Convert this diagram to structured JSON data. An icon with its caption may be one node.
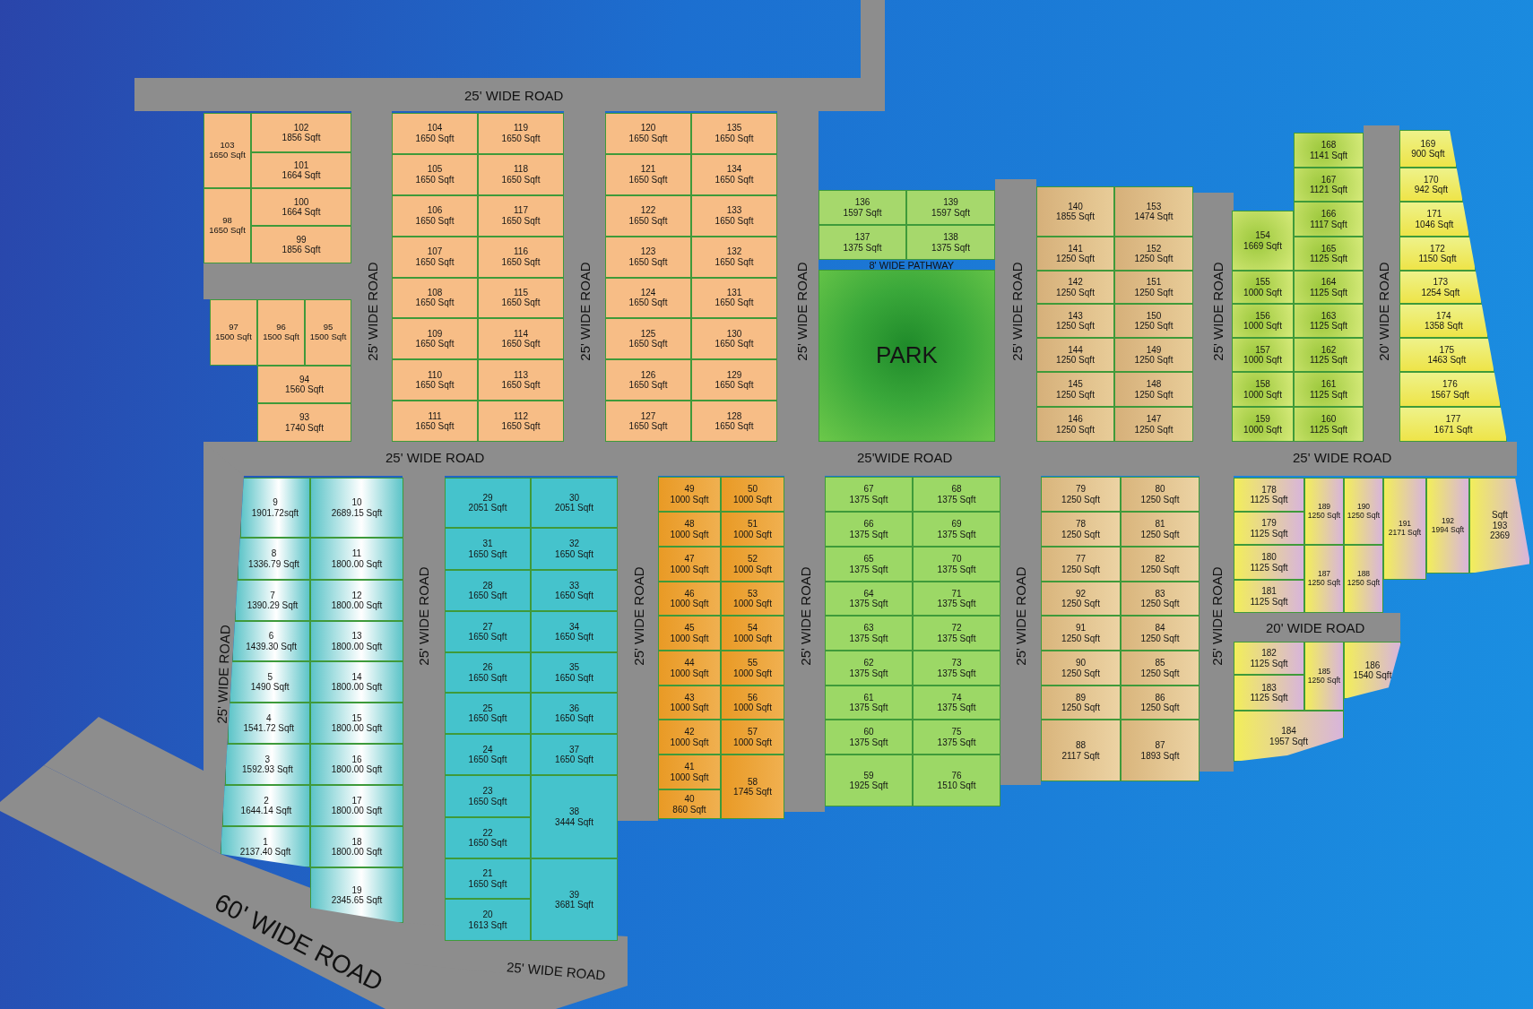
{
  "diagram": {
    "nodes": [
      {
        "text": [
          "103",
          "1650  Sqft"
        ]
      },
      {
        "text": [
          "102",
          "1856 Sqft"
        ]
      },
      {
        "text": [
          "101",
          "1664 Sqft"
        ]
      },
      {
        "text": [
          "98",
          "1650 Sqft"
        ]
      },
      {
        "text": [
          "100",
          "1664 Sqft"
        ]
      },
      {
        "text": [
          "99",
          "1856 Sqft"
        ]
      },
      {
        "text": [
          "97",
          "1500 Sqft"
        ]
      },
      {
        "text": [
          "96",
          "1500 Sqft"
        ]
      },
      {
        "text": [
          "95",
          "1500 Sqft"
        ]
      },
      {
        "text": [
          "94",
          "1560 Sqft"
        ]
      },
      {
        "text": [
          "93",
          "1740 Sqft"
        ]
      },
      {
        "text": [
          "104",
          "1650 Sqft"
        ]
      },
      {
        "text": [
          "119",
          "1650 Sqft"
        ]
      },
      {
        "text": [
          "105",
          "1650 Sqft"
        ]
      },
      {
        "text": [
          "118",
          "1650 Sqft"
        ]
      },
      {
        "text": [
          "106",
          "1650 Sqft"
        ]
      },
      {
        "text": [
          "117",
          "1650 Sqft"
        ]
      },
      {
        "text": [
          "107",
          "1650 Sqft"
        ]
      },
      {
        "text": [
          "116",
          "1650 Sqft"
        ]
      },
      {
        "text": [
          "108",
          "1650 Sqft"
        ]
      },
      {
        "text": [
          "115",
          "1650 Sqft"
        ]
      },
      {
        "text": [
          "109",
          "1650 Sqft"
        ]
      },
      {
        "text": [
          "114",
          "1650 Sqft"
        ]
      },
      {
        "text": [
          "110",
          "1650 Sqft"
        ]
      },
      {
        "text": [
          "113",
          "1650 Sqft"
        ]
      },
      {
        "text": [
          "111",
          "1650 Sqft"
        ]
      },
      {
        "text": [
          "112",
          "1650 Sqft"
        ]
      },
      {
        "text": [
          "120",
          "1650 Sqft"
        ]
      },
      {
        "text": [
          "135",
          "1650 Sqft"
        ]
      },
      {
        "text": [
          "121",
          "1650 Sqft"
        ]
      },
      {
        "text": [
          "134",
          "1650 Sqft"
        ]
      },
      {
        "text": [
          "122",
          "1650 Sqft"
        ]
      },
      {
        "text": [
          "133",
          "1650 Sqft"
        ]
      },
      {
        "text": [
          "123",
          "1650 Sqft"
        ]
      },
      {
        "text": [
          "132",
          "1650 Sqft"
        ]
      },
      {
        "text": [
          "124",
          "1650 Sqft"
        ]
      },
      {
        "text": [
          "131",
          "1650 Sqft"
        ]
      },
      {
        "text": [
          "125",
          "1650 Sqft"
        ]
      },
      {
        "text": [
          "130",
          "1650 Sqft"
        ]
      },
      {
        "text": [
          "126",
          "1650 Sqft"
        ]
      },
      {
        "text": [
          "129",
          "1650 Sqft"
        ]
      },
      {
        "text": [
          "127",
          "1650 Sqft"
        ]
      },
      {
        "text": [
          "128",
          "1650 Sqft"
        ]
      },
      {
        "text": [
          "136",
          "1597 Sqft"
        ]
      },
      {
        "text": [
          "139",
          "1597 Sqft"
        ]
      },
      {
        "text": [
          "137",
          "1375 Sqft"
        ]
      },
      {
        "text": [
          "138",
          "1375 Sqft"
        ]
      },
      {
        "text": [
          "PARK"
        ]
      },
      {
        "text": [
          "140",
          "1855 Sqft"
        ]
      },
      {
        "text": [
          "153",
          "1474 Sqft"
        ]
      },
      {
        "text": [
          "141",
          "1250 Sqft"
        ]
      },
      {
        "text": [
          "152",
          "1250 Sqft"
        ]
      },
      {
        "text": [
          "142",
          "1250 Sqft"
        ]
      },
      {
        "text": [
          "151",
          "1250 Sqft"
        ]
      },
      {
        "text": [
          "143",
          "1250 Sqft"
        ]
      },
      {
        "text": [
          "150",
          "1250 Sqft"
        ]
      },
      {
        "text": [
          "144",
          "1250 Sqft"
        ]
      },
      {
        "text": [
          "149",
          "1250 Sqft"
        ]
      },
      {
        "text": [
          "145",
          "1250 Sqft"
        ]
      },
      {
        "text": [
          "148",
          "1250 Sqft"
        ]
      },
      {
        "text": [
          "146",
          "1250 Sqft"
        ]
      },
      {
        "text": [
          "147",
          "1250 Sqft"
        ]
      },
      {
        "text": [
          "168",
          "1141 Sqft"
        ]
      },
      {
        "text": [
          "167",
          "1121 Sqft"
        ]
      },
      {
        "text": [
          "166",
          "1117 Sqft"
        ]
      },
      {
        "text": [
          "154",
          "1669 Sqft"
        ]
      },
      {
        "text": [
          "165",
          "1125 Sqft"
        ]
      },
      {
        "text": [
          "155",
          "1000 Sqft"
        ]
      },
      {
        "text": [
          "164",
          "1125 Sqft"
        ]
      },
      {
        "text": [
          "156",
          "1000 Sqft"
        ]
      },
      {
        "text": [
          "163",
          "1125 Sqft"
        ]
      },
      {
        "text": [
          "157",
          "1000 Sqft"
        ]
      },
      {
        "text": [
          "162",
          "1125 Sqft"
        ]
      },
      {
        "text": [
          "158",
          "1000 Sqft"
        ]
      },
      {
        "text": [
          "161",
          "1125 Sqft"
        ]
      },
      {
        "text": [
          "159",
          "1000 Sqft"
        ]
      },
      {
        "text": [
          "160",
          "1125 Sqft"
        ]
      },
      {
        "text": [
          "169",
          "900 Sqft"
        ]
      },
      {
        "text": [
          "170",
          "942 Sqft"
        ]
      },
      {
        "text": [
          "171",
          "1046 Sqft"
        ]
      },
      {
        "text": [
          "172",
          "1150 Sqft"
        ]
      },
      {
        "text": [
          "173",
          "1254 Sqft"
        ]
      },
      {
        "text": [
          "174",
          "1358 Sqft"
        ]
      },
      {
        "text": [
          "175",
          "1463 Sqft"
        ]
      },
      {
        "text": [
          "176",
          "1567 Sqft"
        ]
      },
      {
        "text": [
          "177",
          "1671 Sqft"
        ]
      },
      {
        "text": [
          "9",
          "1901.72sqft"
        ]
      },
      {
        "text": [
          "10",
          "2689.15 Sqft"
        ]
      },
      {
        "text": [
          "8",
          "1336.79 Sqft"
        ]
      },
      {
        "text": [
          "11",
          "1800.00 Sqft"
        ]
      },
      {
        "text": [
          "7",
          "1390.29 Sqft"
        ]
      },
      {
        "text": [
          "12",
          "1800.00 Sqft"
        ]
      },
      {
        "text": [
          "6",
          "1439.30 Sqft"
        ]
      },
      {
        "text": [
          "13",
          "1800.00 Sqft"
        ]
      },
      {
        "text": [
          "5",
          "1490 Sqft"
        ]
      },
      {
        "text": [
          "14",
          "1800.00 Sqft"
        ]
      },
      {
        "text": [
          "4",
          "1541.72 Sqft"
        ]
      },
      {
        "text": [
          "15",
          "1800.00 Sqft"
        ]
      },
      {
        "text": [
          "3",
          "1592.93 Sqft"
        ]
      },
      {
        "text": [
          "16",
          "1800.00 Sqft"
        ]
      },
      {
        "text": [
          "2",
          "1644.14 Sqft"
        ]
      },
      {
        "text": [
          "17",
          "1800.00 Sqft"
        ]
      },
      {
        "text": [
          "1",
          "2137.40 Sqft"
        ]
      },
      {
        "text": [
          "18",
          "1800.00 Sqft"
        ]
      },
      {
        "text": [
          "19",
          "2345.65 Sqft"
        ]
      },
      {
        "text": [
          "29",
          "2051 Sqft"
        ]
      },
      {
        "text": [
          "30",
          "2051 Sqft"
        ]
      },
      {
        "text": [
          "31",
          "1650 Sqft"
        ]
      },
      {
        "text": [
          "32",
          "1650 Sqft"
        ]
      },
      {
        "text": [
          "28",
          "1650 Sqft"
        ]
      },
      {
        "text": [
          "33",
          "1650 Sqft"
        ]
      },
      {
        "text": [
          "27",
          "1650 Sqft"
        ]
      },
      {
        "text": [
          "34",
          "1650 Sqft"
        ]
      },
      {
        "text": [
          "26",
          "1650 Sqft"
        ]
      },
      {
        "text": [
          "35",
          "1650 Sqft"
        ]
      },
      {
        "text": [
          "25",
          "1650 Sqft"
        ]
      },
      {
        "text": [
          "36",
          "1650 Sqft"
        ]
      },
      {
        "text": [
          "24",
          "1650 Sqft"
        ]
      },
      {
        "text": [
          "37",
          "1650 Sqft"
        ]
      },
      {
        "text": [
          "23",
          "1650 Sqft"
        ]
      },
      {
        "text": [
          "38",
          "3444 Sqft"
        ]
      },
      {
        "text": [
          "22",
          "1650 Sqft"
        ]
      },
      {
        "text": [
          "21",
          "1650 Sqft"
        ]
      },
      {
        "text": [
          "39",
          "3681 Sqft"
        ]
      },
      {
        "text": [
          "20",
          "1613 Sqft"
        ]
      },
      {
        "text": [
          "49",
          "1000 Sqft"
        ]
      },
      {
        "text": [
          "50",
          "1000 Sqft"
        ]
      },
      {
        "text": [
          "48",
          "1000 Sqft"
        ]
      },
      {
        "text": [
          "51",
          "1000 Sqft"
        ]
      },
      {
        "text": [
          "47",
          "1000 Sqft"
        ]
      },
      {
        "text": [
          "52",
          "1000 Sqft"
        ]
      },
      {
        "text": [
          "46",
          "1000 Sqft"
        ]
      },
      {
        "text": [
          "53",
          "1000 Sqft"
        ]
      },
      {
        "text": [
          "45",
          "1000 Sqft"
        ]
      },
      {
        "text": [
          "54",
          "1000 Sqft"
        ]
      },
      {
        "text": [
          "44",
          "1000 Sqft"
        ]
      },
      {
        "text": [
          "55",
          "1000 Sqft"
        ]
      },
      {
        "text": [
          "43",
          "1000 Sqft"
        ]
      },
      {
        "text": [
          "56",
          "1000 Sqft"
        ]
      },
      {
        "text": [
          "42",
          "1000 Sqft"
        ]
      },
      {
        "text": [
          "57",
          "1000 Sqft"
        ]
      },
      {
        "text": [
          "41",
          "1000 Sqft"
        ]
      },
      {
        "text": [
          "58",
          "1745 Sqft"
        ]
      },
      {
        "text": [
          "40",
          "860 Sqft"
        ]
      },
      {
        "text": [
          "67",
          "1375 Sqft"
        ]
      },
      {
        "text": [
          "68",
          "1375 Sqft"
        ]
      },
      {
        "text": [
          "66",
          "1375 Sqft"
        ]
      },
      {
        "text": [
          "69",
          "1375 Sqft"
        ]
      },
      {
        "text": [
          "65",
          "1375 Sqft"
        ]
      },
      {
        "text": [
          "70",
          "1375 Sqft"
        ]
      },
      {
        "text": [
          "64",
          "1375 Sqft"
        ]
      },
      {
        "text": [
          "71",
          "1375 Sqft"
        ]
      },
      {
        "text": [
          "63",
          "1375 Sqft"
        ]
      },
      {
        "text": [
          "72",
          "1375 Sqft"
        ]
      },
      {
        "text": [
          "62",
          "1375 Sqft"
        ]
      },
      {
        "text": [
          "73",
          "1375 Sqft"
        ]
      },
      {
        "text": [
          "61",
          "1375 Sqft"
        ]
      },
      {
        "text": [
          "74",
          "1375 Sqft"
        ]
      },
      {
        "text": [
          "60",
          "1375 Sqft"
        ]
      },
      {
        "text": [
          "75",
          "1375 Sqft"
        ]
      },
      {
        "text": [
          "59",
          "1925 Sqft"
        ]
      },
      {
        "text": [
          "76",
          "1510 Sqft"
        ]
      },
      {
        "text": [
          "79",
          "1250 Sqft"
        ]
      },
      {
        "text": [
          "80",
          "1250 Sqft"
        ]
      },
      {
        "text": [
          "78",
          "1250 Sqft"
        ]
      },
      {
        "text": [
          "81",
          "1250 Sqft"
        ]
      },
      {
        "text": [
          "77",
          "1250 Sqft"
        ]
      },
      {
        "text": [
          "82",
          "1250 Sqft"
        ]
      },
      {
        "text": [
          "92",
          "1250 Sqft"
        ]
      },
      {
        "text": [
          "83",
          "1250 Sqft"
        ]
      },
      {
        "text": [
          "91",
          "1250 Sqft"
        ]
      },
      {
        "text": [
          "84",
          "1250 Sqft"
        ]
      },
      {
        "text": [
          "90",
          "1250 Sqft"
        ]
      },
      {
        "text": [
          "85",
          "1250 Sqft"
        ]
      },
      {
        "text": [
          "89",
          "1250 Sqft"
        ]
      },
      {
        "text": [
          "86",
          "1250 Sqft"
        ]
      },
      {
        "text": [
          "88",
          "2117 Sqft"
        ]
      },
      {
        "text": [
          "87",
          "1893 Sqft"
        ]
      },
      {
        "text": [
          "178",
          "1125 Sqft"
        ]
      },
      {
        "text": [
          "189",
          "1250 Sqft"
        ]
      },
      {
        "text": [
          "190",
          "1250 Sqft"
        ]
      },
      {
        "text": [
          "191",
          "2171 Sqft"
        ]
      },
      {
        "text": [
          "192",
          "1994 Sqft"
        ]
      },
      {
        "text": [
          "Sqft",
          "193",
          "2369"
        ]
      },
      {
        "text": [
          "179",
          "1125 Sqft"
        ]
      },
      {
        "text": [
          "180",
          "1125 Sqft"
        ]
      },
      {
        "text": [
          "187",
          "1250 Sqft"
        ]
      },
      {
        "text": [
          "188",
          "1250 Sqft"
        ]
      },
      {
        "text": [
          "181",
          "1125 Sqft"
        ]
      },
      {
        "text": [
          "182",
          "1125 Sqft"
        ]
      },
      {
        "text": [
          "185",
          "1250 Sqft"
        ]
      },
      {
        "text": [
          "186",
          "1540 Sqft"
        ]
      },
      {
        "text": [
          "183",
          "1125 Sqft"
        ]
      },
      {
        "text": [
          "184",
          "1957 Sqft"
        ]
      }
    ],
    "labels": [
      "25' WIDE ROAD",
      "8' WIDE PATHWAY",
      "25' WIDE ROAD",
      "25' WIDE ROAD",
      "25' WIDE ROAD",
      "25' WIDE ROAD",
      "25' WIDE ROAD",
      "20' WIDE ROAD",
      "25' WIDE ROAD",
      "25'WIDE ROAD",
      "25' WIDE ROAD",
      "25' WIDE ROAD",
      "25' WIDE ROAD",
      "25' WIDE ROAD",
      "25' WIDE ROAD",
      "25' WIDE ROAD",
      "25' WIDE ROAD",
      "20' WIDE ROAD",
      "60' WIDE ROAD",
      "25' WIDE ROAD"
    ]
  }
}
